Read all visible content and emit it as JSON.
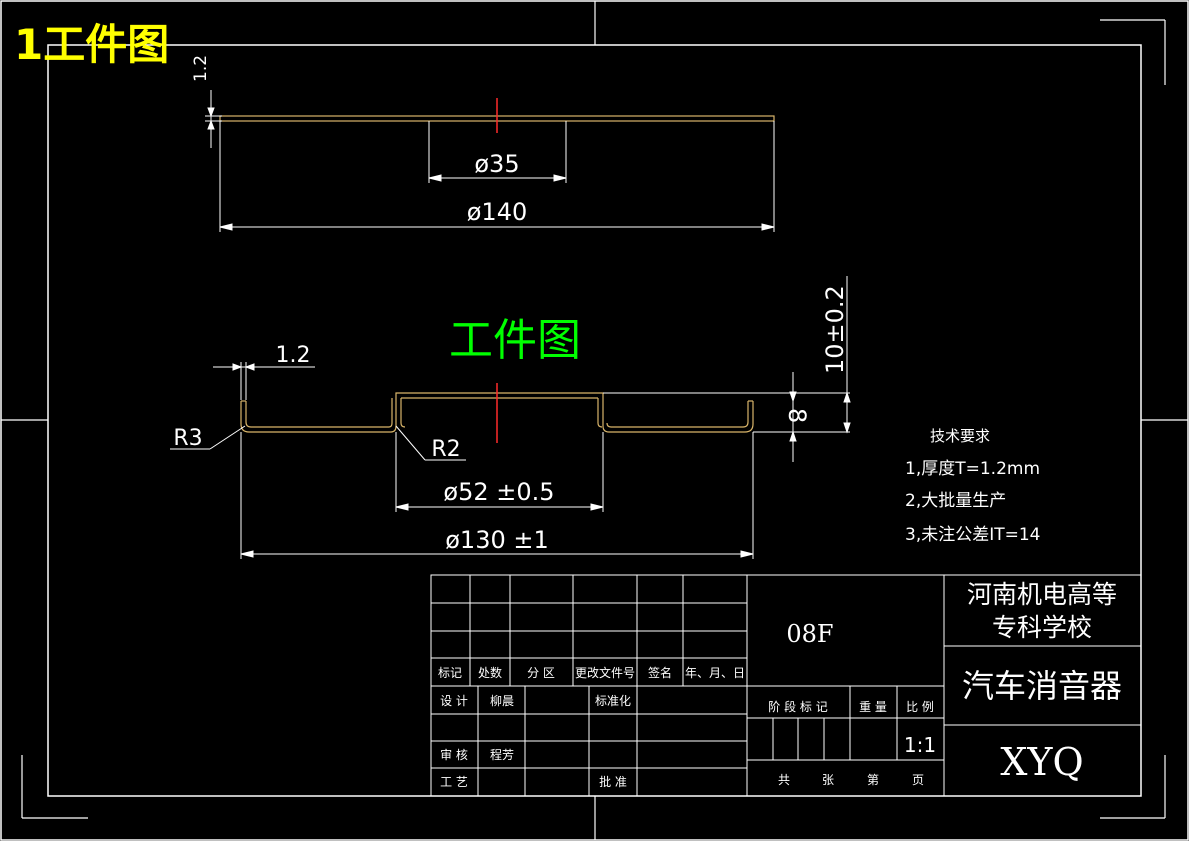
{
  "sheet_title": "1工件图",
  "part_view_label": "工件图",
  "top_view": {
    "thickness_dim": "1.2",
    "inner_diameter": "ø35",
    "outer_diameter": "ø140"
  },
  "section_view": {
    "thickness_dim": "1.2",
    "radius_outer": "R3",
    "radius_inner": "R2",
    "height_total": "10±0.2",
    "height_inner": "8",
    "hole_diameter": "ø52 ±0.5",
    "flange_diameter": "ø130 ±1"
  },
  "tech_requirements": {
    "heading": "技术要求",
    "items": [
      "1,厚度T=1.2mm",
      "2,大批量生产",
      "3,未注公差IT=14"
    ]
  },
  "title_block": {
    "material": "08F",
    "school": [
      "河南机电高等",
      "专科学校"
    ],
    "part_name": "汽车消音器",
    "drawing_code": "XYQ",
    "scale": "1:1",
    "rev_headers": [
      "标记",
      "处数",
      "分 区",
      "更改文件号",
      "签名",
      "年、月、日"
    ],
    "designer_label": "设 计",
    "designer_name": "柳晨",
    "standardization_label": "标准化",
    "reviewer_label": "审 核",
    "reviewer_name": "程芳",
    "process_label": "工 艺",
    "approval_label": "批 准",
    "stage_headers": [
      "阶 段 标 记",
      "重 量",
      "比 例"
    ],
    "sheet_footer": [
      "共",
      "张",
      "第",
      "页"
    ]
  },
  "colors": {
    "background": "#000000",
    "line": "#ffffff",
    "part_outline": "#d9b56a",
    "centerline": "#ff2a2a",
    "title_yellow": "#ffff00",
    "view_label_green": "#00ff00"
  }
}
